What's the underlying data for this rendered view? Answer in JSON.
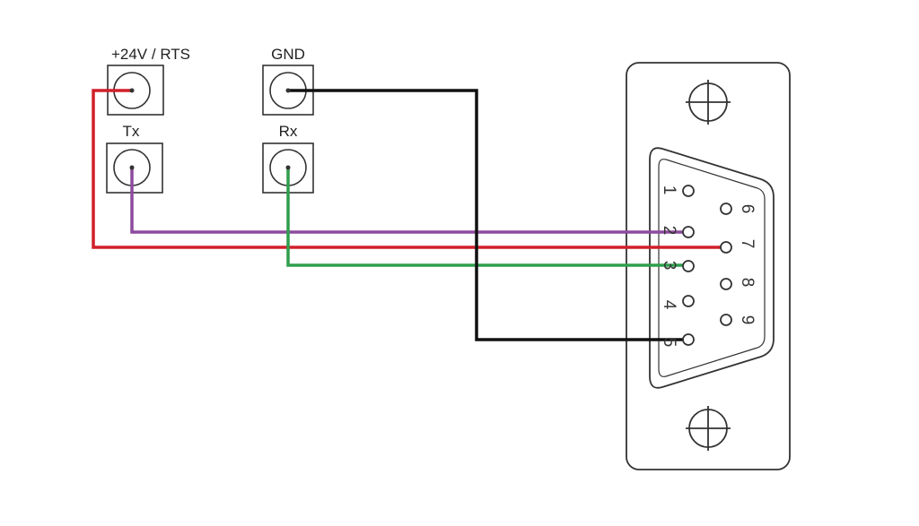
{
  "terminals": {
    "power_rts": {
      "label": "+24V / RTS"
    },
    "gnd": {
      "label": "GND"
    },
    "tx": {
      "label": "Tx"
    },
    "rx": {
      "label": "Rx"
    }
  },
  "connector": {
    "pins": [
      {
        "num": "1"
      },
      {
        "num": "2"
      },
      {
        "num": "3"
      },
      {
        "num": "4"
      },
      {
        "num": "5"
      },
      {
        "num": "6"
      },
      {
        "num": "7"
      },
      {
        "num": "8"
      },
      {
        "num": "9"
      }
    ]
  },
  "wires": [
    {
      "from": "power_rts",
      "to_pin": "7",
      "color": "#d0202a"
    },
    {
      "from": "tx",
      "to_pin": "2",
      "color": "#8e4a9e"
    },
    {
      "from": "rx",
      "to_pin": "3",
      "color": "#2f9e4c"
    },
    {
      "from": "gnd",
      "to_pin": "5",
      "color": "#111111"
    }
  ]
}
